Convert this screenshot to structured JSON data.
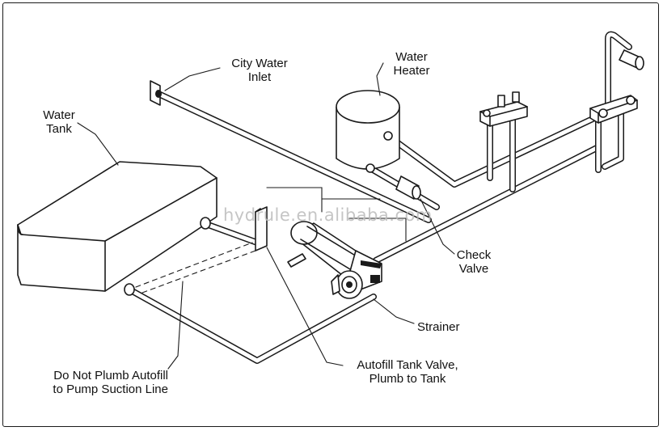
{
  "labels": {
    "city_water_inlet": [
      "City Water",
      "Inlet"
    ],
    "water_heater": [
      "Water",
      "Heater"
    ],
    "water_tank": [
      "Water",
      "Tank"
    ],
    "check_valve": [
      "Check",
      "Valve"
    ],
    "strainer": "Strainer",
    "autofill_valve": [
      "Autofill Tank Valve,",
      "Plumb to Tank"
    ],
    "do_not_plumb": [
      "Do Not Plumb Autofill",
      "to Pump Suction Line"
    ]
  },
  "watermark": "hydrule.en.alibaba.com"
}
